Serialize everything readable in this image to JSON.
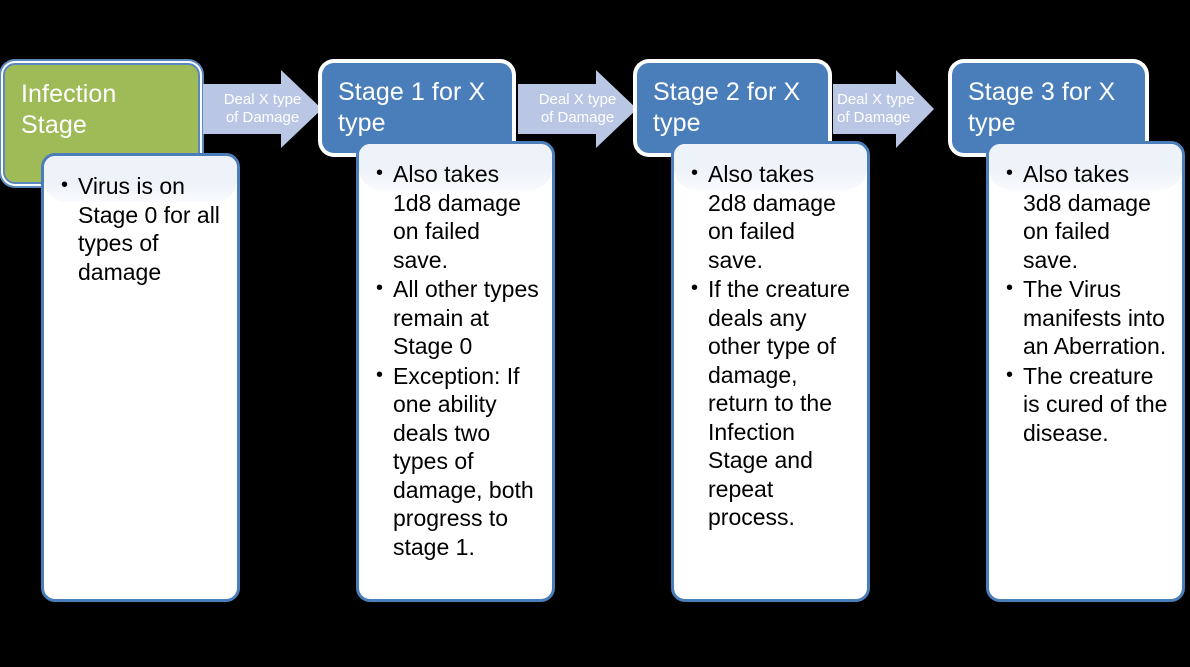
{
  "diagram": {
    "title": "Infection Stage progression flowchart",
    "colors": {
      "stage_zero_fill": "#9fbb58",
      "stage_fill": "#4a7ebb",
      "card_border": "#4a7ebb",
      "arrow_fill": "#b9c6e4",
      "card_background": "#ffffff",
      "page_background": "#000000",
      "header_text": "#ffffff",
      "body_text": "#000000"
    },
    "columns": [
      {
        "id": "infection-stage",
        "header": "Infection Stage",
        "kind": "start",
        "bullets": [
          "Virus is on Stage 0 for all types of damage"
        ]
      },
      {
        "id": "stage-1",
        "header": "Stage 1 for X type",
        "kind": "stage",
        "bullets": [
          "Also takes 1d8 damage on failed save.",
          "All other types remain at Stage 0",
          "Exception: If one ability deals two types of damage, both progress to stage 1."
        ]
      },
      {
        "id": "stage-2",
        "header": "Stage 2 for X type",
        "kind": "stage",
        "bullets": [
          "Also takes 2d8 damage on failed save.",
          "If the creature deals any other type of damage, return to the Infection Stage and repeat process."
        ]
      },
      {
        "id": "stage-3",
        "header": "Stage 3 for X type",
        "kind": "stage",
        "bullets": [
          "Also takes 3d8 damage on failed save.",
          "The Virus manifests into an Aberration.",
          "The creature is cured of the disease."
        ]
      }
    ],
    "arrows": [
      {
        "id": "arrow-1",
        "line1": "Deal X type",
        "line2": "of Damage",
        "from": "infection-stage",
        "to": "stage-1"
      },
      {
        "id": "arrow-2",
        "line1": "Deal X type",
        "line2": "of Damage",
        "from": "stage-1",
        "to": "stage-2"
      },
      {
        "id": "arrow-3",
        "line1": "Deal X type",
        "line2": "of Damage",
        "from": "stage-2",
        "to": "stage-3"
      }
    ]
  }
}
